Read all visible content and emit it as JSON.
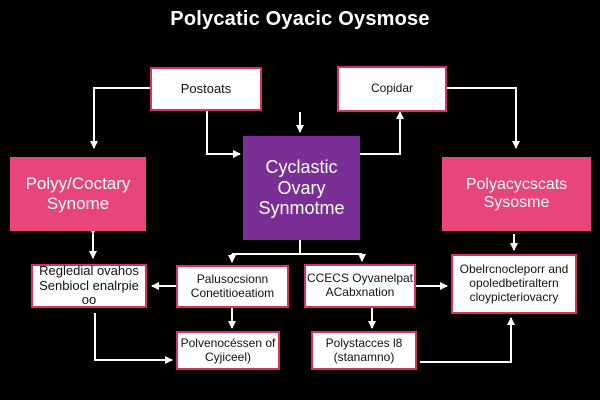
{
  "title": "Polycatic Oyacic Oysmose",
  "nodes": {
    "top_left": [
      "Postoats"
    ],
    "top_right": [
      "Copidar"
    ],
    "center": [
      "Cyclastic",
      "Ovary",
      "Synmotme"
    ],
    "left_pink": [
      "Polyy/Coctary",
      "Synome"
    ],
    "right_pink": [
      "Polyacycscats",
      "Sysosme"
    ],
    "bottom_1": [
      "Regledial ovahos",
      "Senbiocl enalrpie oo"
    ],
    "bottom_2": [
      "Palusocsionn",
      "Conetitioeatiom"
    ],
    "bottom_3": [
      "CCECS Oyvanelpat",
      "ACabxnation"
    ],
    "bottom_4": [
      "Obelrcnocleporr and",
      "opoledbetiraltern",
      "cloypicteriovacry"
    ],
    "bottom_5": [
      "Polvenocéssen of",
      "Cyjiceel)"
    ],
    "bottom_6": [
      "Polystacces l8",
      "(stanamno)"
    ]
  },
  "colors": {
    "background": "#000000",
    "pink": "#e8457a",
    "purple": "#7a2f96",
    "border": "#d8325f",
    "connector": "#ffffff"
  }
}
